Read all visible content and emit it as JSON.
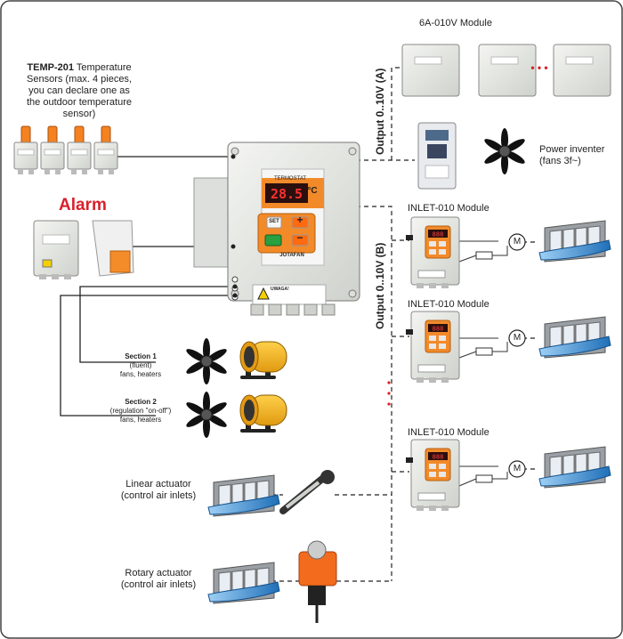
{
  "sensors": {
    "title_bold": "TEMP-201",
    "title_rest": " Temperature",
    "lines": [
      "Sensors (max. 4 pieces,",
      "you can declare one as",
      "the outdoor temperature",
      "sensor)"
    ]
  },
  "alarm": {
    "label": "Alarm"
  },
  "controller": {
    "brand_top": "TERMOSTAT",
    "display_value": "28.5",
    "unit": "°C",
    "buttons": {
      "set": "SET",
      "plus": "+",
      "minus": "−"
    },
    "logo": "JOTAFAN",
    "warning_title": "UWAGA!"
  },
  "modules": {
    "a010v": "6A-010V Module",
    "dots": "• • •",
    "power_inverter": [
      "Power inventer",
      "(fans 3f~)"
    ],
    "inlet_1": "INLET-010 Module",
    "inlet_2": "INLET-010 Module",
    "inlet_3": "INLET-010 Module",
    "motor_symbol": "M"
  },
  "outputs": {
    "a": "Output 0..10V (A)",
    "b": "Output 0..10V (B)"
  },
  "sections": {
    "s1": {
      "title": "Section 1",
      "lines": [
        "(fluent)",
        "fans, heaters"
      ]
    },
    "s2": {
      "title": "Section 2",
      "lines": [
        "(regulation \"on-off\")",
        "fans, heaters"
      ]
    }
  },
  "actuators": {
    "linear": [
      "Linear actuator",
      "(control air inlets)"
    ],
    "rotary": [
      "Rotary actuator",
      "(control air inlets)"
    ]
  },
  "colors": {
    "frame": "#444444",
    "enclosure": "#e6e8e4",
    "display_bg": "#2a0f0f",
    "display_digits": "#ff3030",
    "orange": "#f28a2a",
    "alarm": "#d8202a",
    "blue_inlet": "#2b7fc9",
    "heater_yellow": "#f5b21f"
  }
}
